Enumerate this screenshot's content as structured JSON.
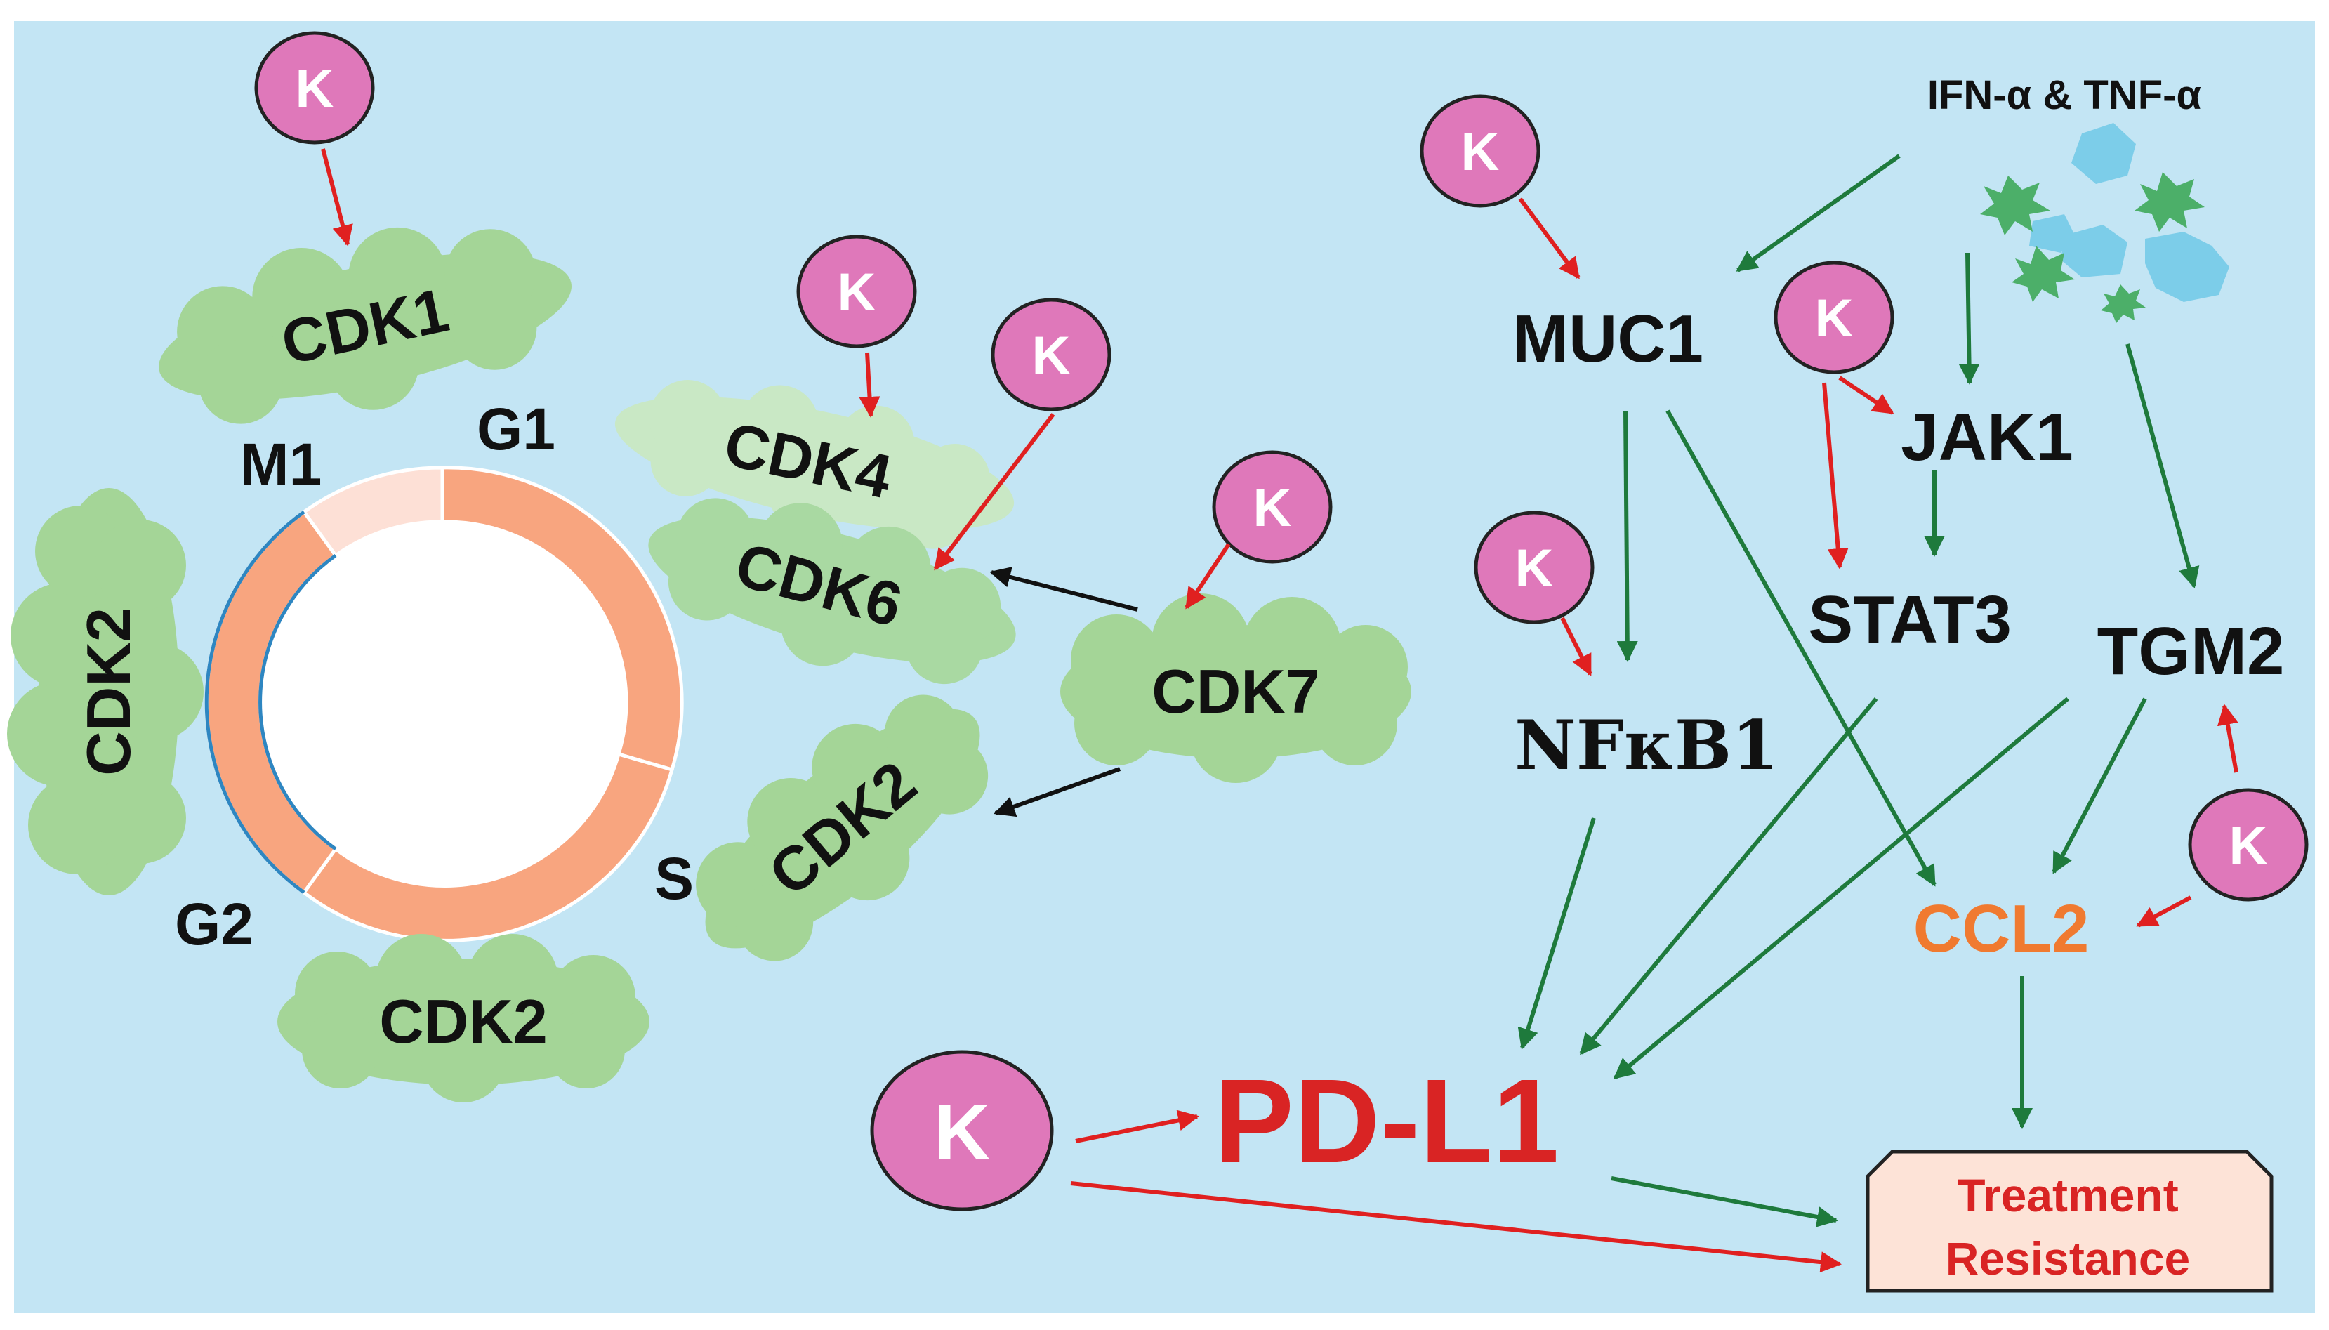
{
  "labels": {
    "cdk1": "CDK1",
    "cdk2_left": "CDK2",
    "cdk2_bottom": "CDK2",
    "cdk2_right": "CDK2",
    "cdk4": "CDK4",
    "cdk6": "CDK6",
    "cdk7": "CDK7",
    "phase_g1": "G1",
    "phase_m1": "M1",
    "phase_s": "S",
    "phase_g2": "G2",
    "muc1": "MUC1",
    "jak1": "JAK1",
    "stat3": "STAT3",
    "tgm2": "TGM2",
    "nfkb1": "NFκB1",
    "ccl2": "CCL2",
    "pdl1": "PD-L1",
    "cytokines": "IFN-α & TNF-α",
    "treatment_line1": "Treatment",
    "treatment_line2": "Resistance"
  },
  "k_label": "K",
  "colors": {
    "background": "#c3e5f4",
    "cloud": "#a4d597",
    "cloud_light": "#c9e8c5",
    "k_fill": "#df78ba",
    "ring": "#f8a57f",
    "ring_light": "#fde0d6",
    "ring_edge": "#2e86c1",
    "inhibit_arrow": "#e02020",
    "activate_arrow": "#1e7a3c",
    "black_arrow": "#111111",
    "pdl1_text": "#d92424",
    "ccl2_text": "#f07a30",
    "box_fill": "#fde3d7",
    "box_text": "#d92424",
    "cytokine_hex": "#7ccde9",
    "cytokine_star": "#4caf69"
  }
}
